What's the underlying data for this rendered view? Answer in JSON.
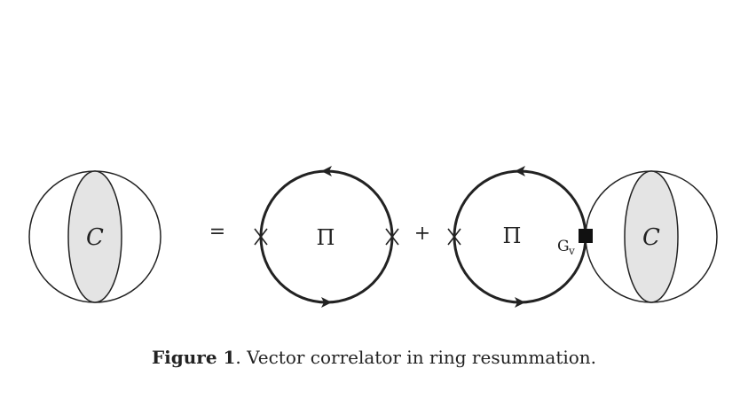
{
  "diagram": {
    "left_blob_label": "C",
    "equals": "=",
    "loop1_label": "Π",
    "plus": "+",
    "loop2_label": "Π",
    "vertex_label": "G",
    "vertex_subscript": "v",
    "right_blob_label": "C",
    "blob_fill_color": "#e4e4e4",
    "line_color": "#222222"
  },
  "caption": {
    "figure_label": "Figure 1",
    "separator": ".",
    "text": " Vector correlator in ring resummation."
  }
}
